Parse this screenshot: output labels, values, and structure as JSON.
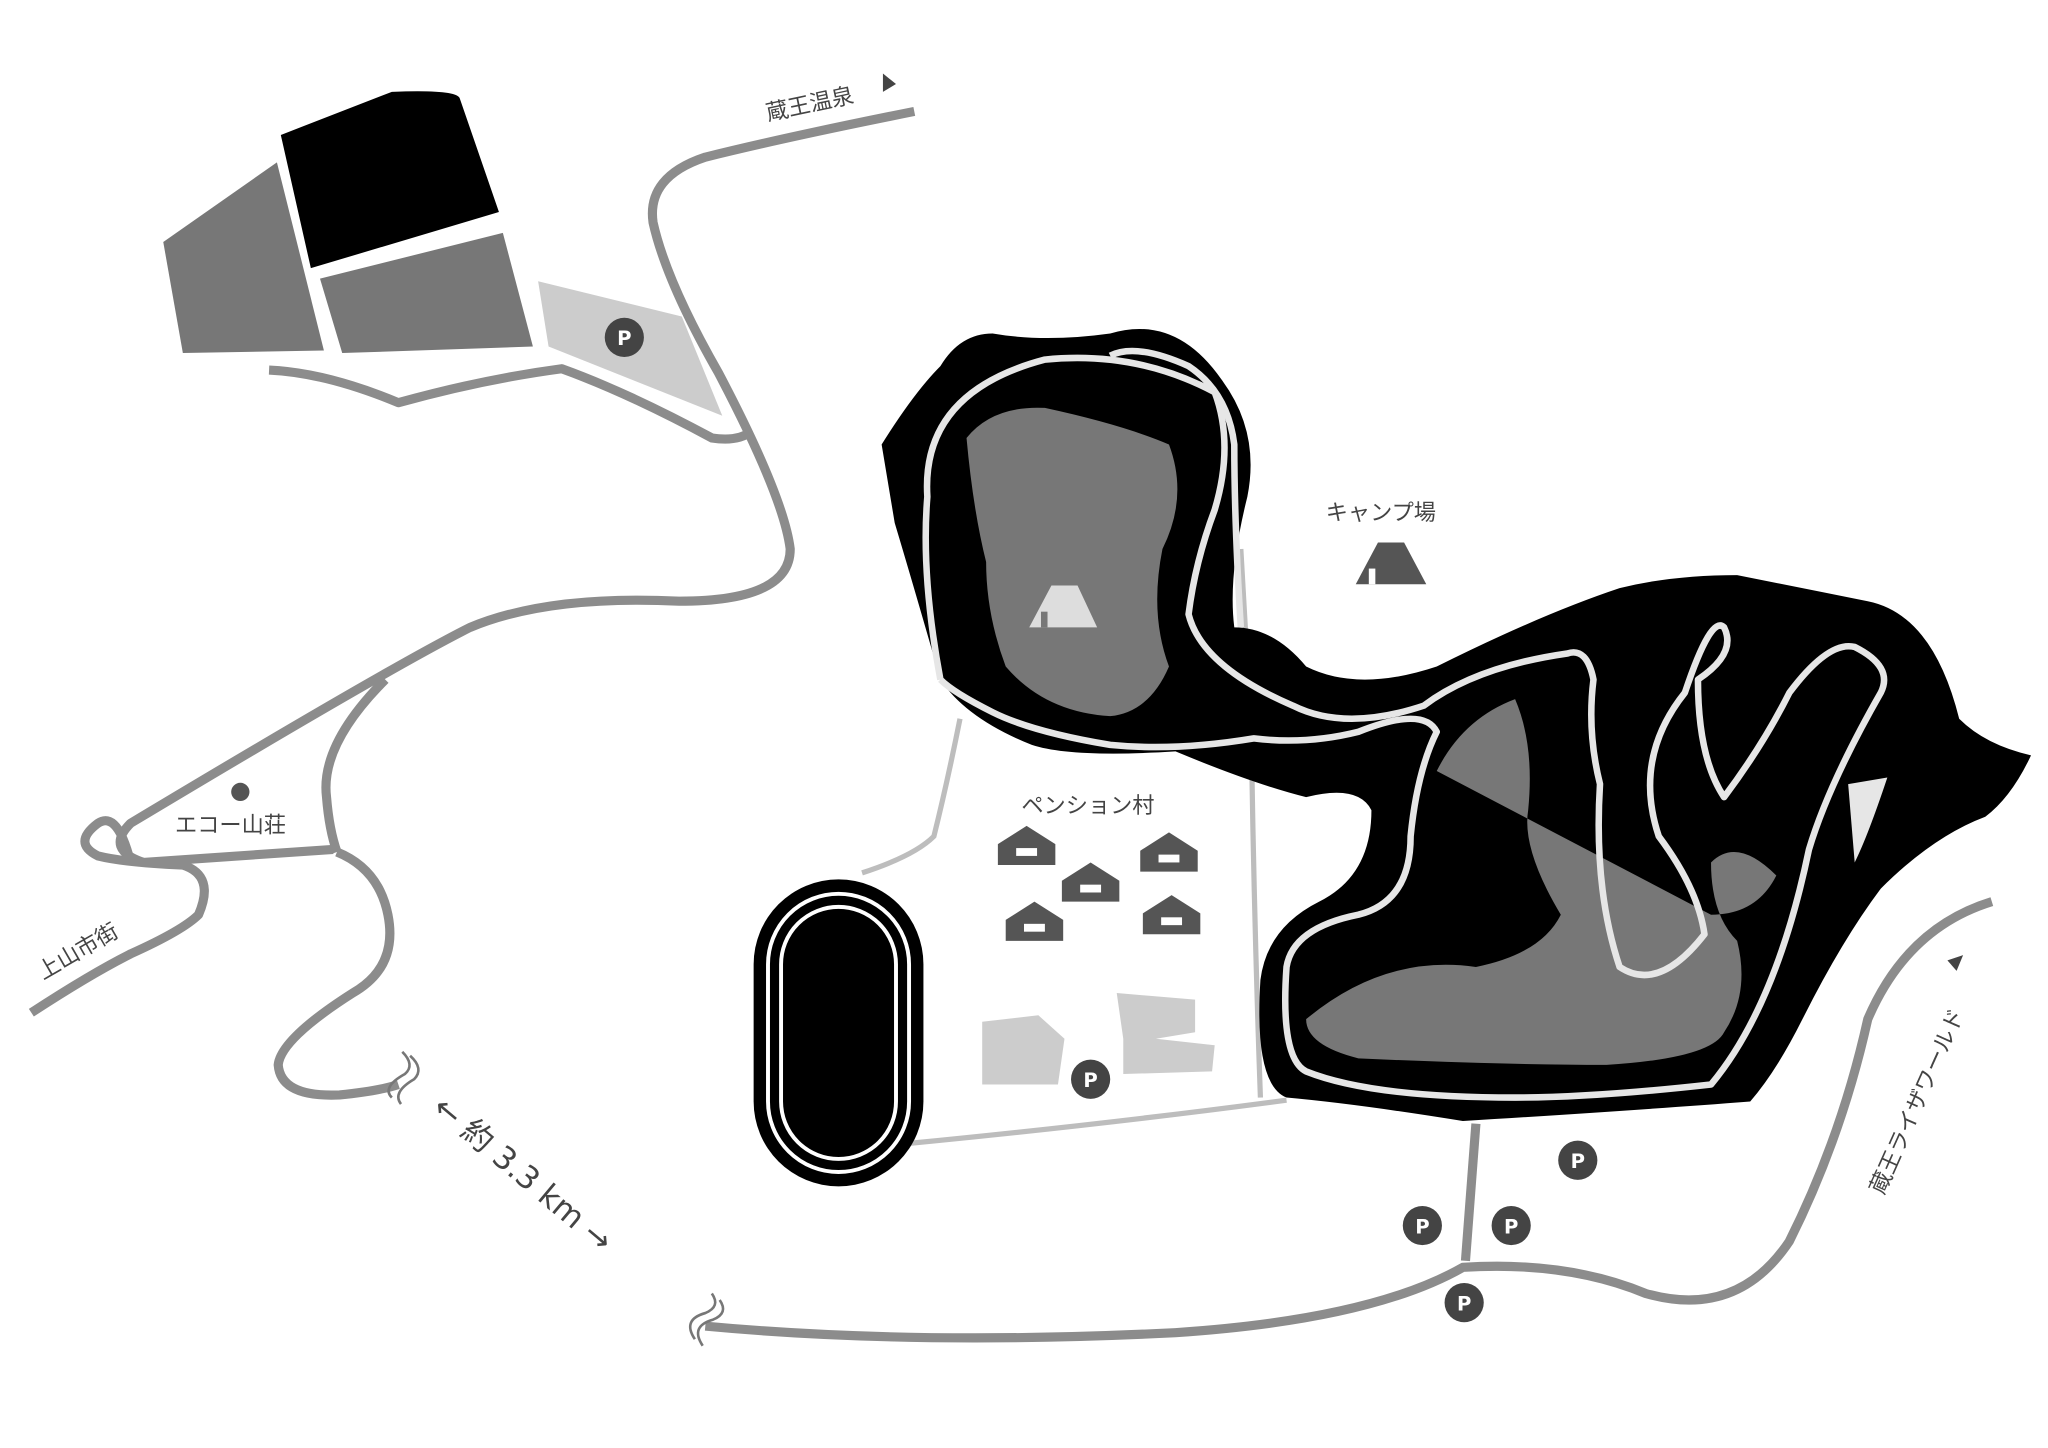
{
  "map": {
    "labels": {
      "zao_onsen": "蔵王温泉",
      "camp": "キャンプ場",
      "pension": "ペンション村",
      "echo": "エコー山荘",
      "kaminoyama": "上山市街",
      "distance": "← 約 3.3 km →",
      "raiza": "蔵王ライザワールド"
    },
    "parking_label": "P",
    "icons": [
      "direction-arrow-icon",
      "tent-icon",
      "house-icon",
      "parking-icon",
      "location-dot-icon",
      "road-break-icon"
    ],
    "colors": {
      "road": "#8c8c8c",
      "black_area": "#000000",
      "dark_gray": "#777777",
      "mid_gray": "#7a7a7a",
      "light_gray": "#cccccc",
      "text": "#444444"
    }
  }
}
